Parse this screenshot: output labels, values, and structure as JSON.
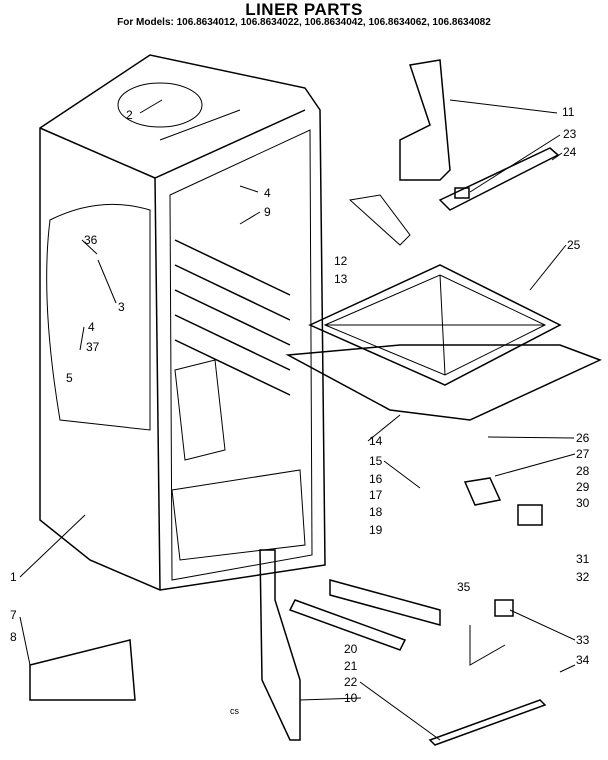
{
  "header": {
    "title": "LINER PARTS",
    "models": "For Models: 106.8634012, 106.8634022, 106.8634042, 106.8634062, 106.8634082"
  },
  "callouts": [
    "2",
    "4",
    "9",
    "36",
    "3",
    "4",
    "37",
    "5",
    "11",
    "23",
    "24",
    "12",
    "13",
    "25",
    "14",
    "26",
    "15",
    "27",
    "16",
    "28",
    "17",
    "29",
    "30",
    "18",
    "19",
    "31",
    "32",
    "35",
    "1",
    "7",
    "8",
    "20",
    "21",
    "22",
    "33",
    "34",
    "10",
    "cs"
  ]
}
